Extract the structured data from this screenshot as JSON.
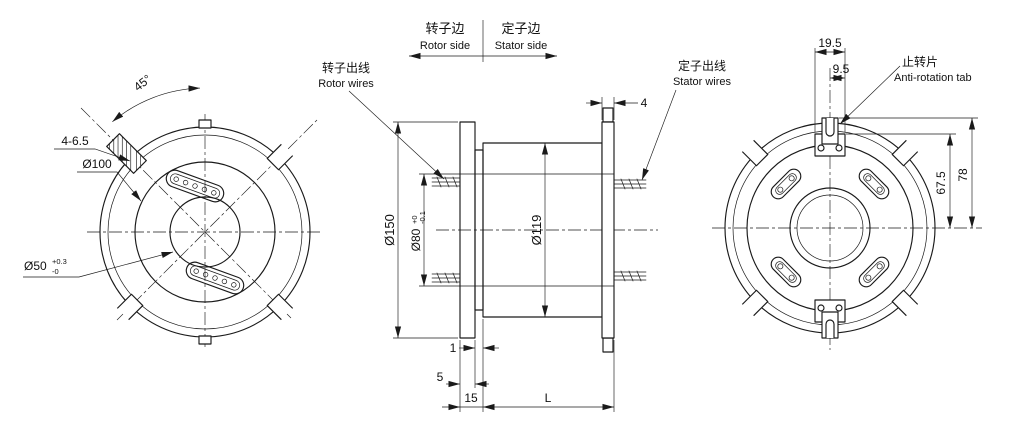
{
  "title": "Slip ring engineering drawing",
  "colors": {
    "ink": "#1a1a1a",
    "bg": "#ffffff"
  },
  "left_view": {
    "angle": "45°",
    "slots": "4-6.5",
    "d100": "Ø100",
    "d50": "Ø50",
    "d50_upper": "+0.3",
    "d50_lower": "-0"
  },
  "section_view": {
    "rotor_side_cn": "转子边",
    "rotor_side_en": "Rotor side",
    "stator_side_cn": "定子边",
    "stator_side_en": "Stator side",
    "rotor_wires_cn": "转子出线",
    "rotor_wires_en": "Rotor wires",
    "stator_wires_cn": "定子出线",
    "stator_wires_en": "Stator wires",
    "d150": "Ø150",
    "d80": "Ø80",
    "d80_upper": "+0",
    "d80_lower": "-0.1",
    "d119": "Ø119",
    "plate_thickness": "4",
    "step": "1",
    "hub_len": "5",
    "flange_offset": "15",
    "body_length": "L"
  },
  "right_view": {
    "tab_width": "19.5",
    "slot_width": "9.5",
    "tab_cn": "止转片",
    "tab_en": "Anti-rotation tab",
    "dim_67_5": "67.5",
    "dim_78": "78"
  }
}
